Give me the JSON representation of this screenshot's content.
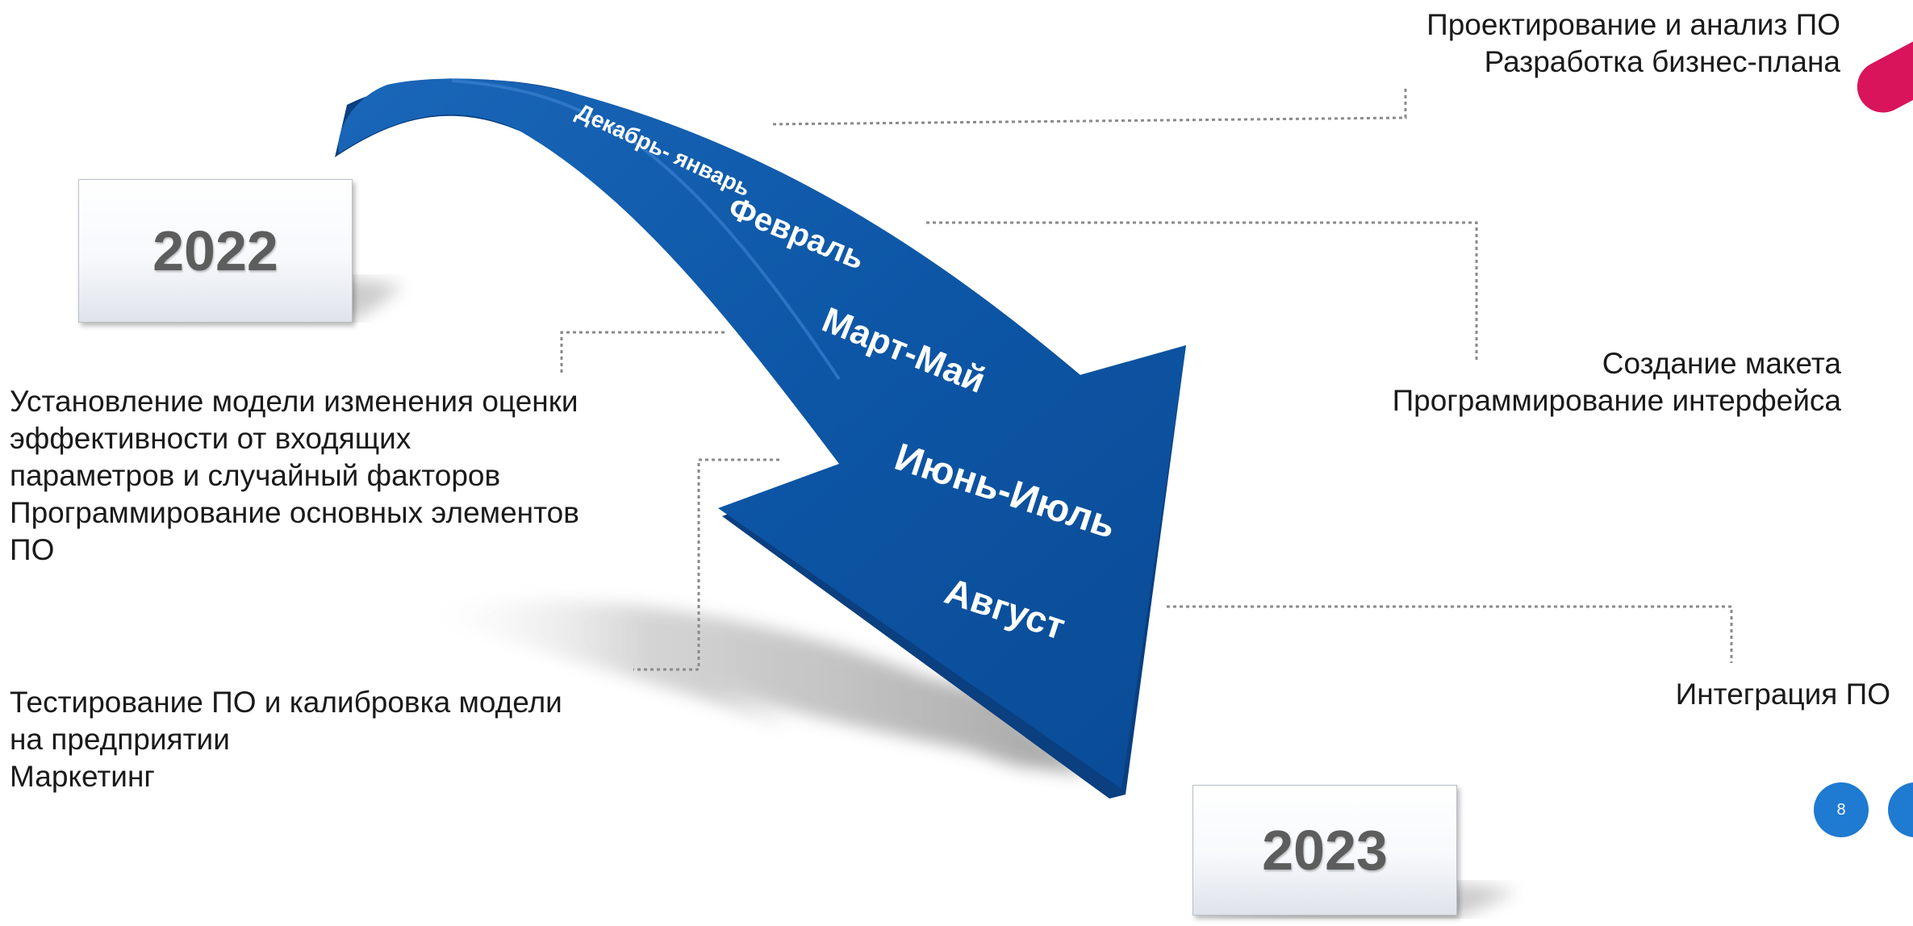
{
  "arrow_labels": {
    "dec_jan": "Декабрь- январь",
    "feb": "Февраль",
    "mar_may": "Март-Май",
    "jun_jul": "Июнь-Июль",
    "aug": "Август"
  },
  "years": {
    "start": "2022",
    "end": "2023"
  },
  "notes": {
    "top_right": [
      "Проектирование и анализ ПО",
      "Разработка бизнес-плана"
    ],
    "mid_right": [
      "Создание макета",
      "Программирование интерфейса"
    ],
    "bottom_right": [
      "Интеграция ПО"
    ],
    "left_1": [
      "Установление модели изменения оценки",
      "эффективности от входящих",
      "параметров и случайный факторов",
      "Программирование основных элементов",
      "ПО"
    ],
    "left_2": [
      "Тестирование ПО и калибровка модели",
      "на предприятии",
      "Маркетинг"
    ]
  },
  "page_number": "8",
  "colors": {
    "arrow_blue": "#0d56a6",
    "accent_pink": "#d9145a",
    "badge_blue": "#1f7ad1"
  }
}
